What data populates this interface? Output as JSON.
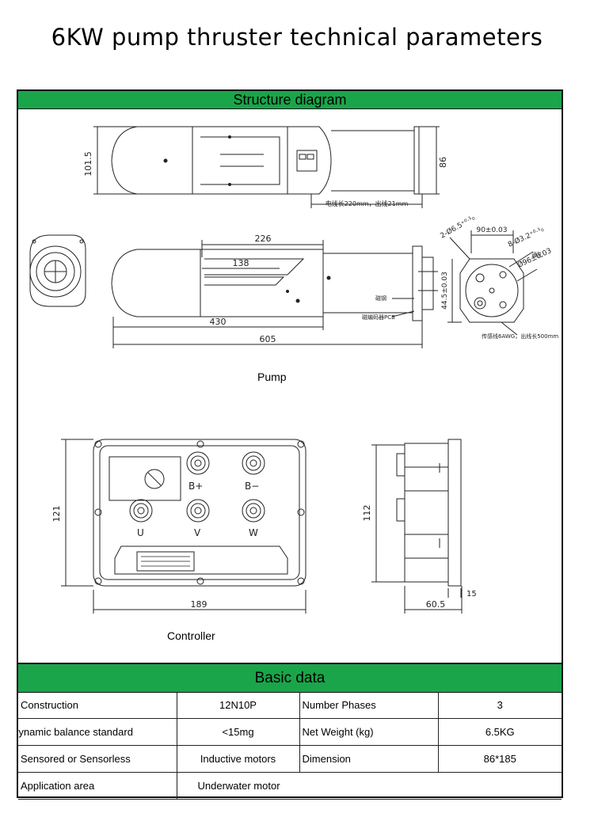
{
  "title": "6KW pump thruster technical parameters",
  "sections": {
    "structure": "Structure diagram",
    "basic": "Basic data"
  },
  "captions": {
    "pump": "Pump",
    "controller": "Controller"
  },
  "dimensions": {
    "d101_5": "101.5",
    "d86": "86",
    "cable_note_top": "电线长220mm，出线21mm",
    "d226": "226",
    "d138": "138",
    "d430": "430",
    "d605": "605",
    "flange_holes": "2-Ø6.5⁺⁰·¹₀",
    "d90": "90±0.03",
    "d8holes": "8-Ø3.2⁺⁰·¹₀",
    "d96": "Ø96±0.03",
    "d44_5": "44.5±0.03",
    "d_through": "通孔",
    "cable_note_side": "传感线6AWG，出线长500mm",
    "label_mag": "磁钢",
    "label_pcb": "磁编码器PCB",
    "d121": "121",
    "d189": "189",
    "d112": "112",
    "d60_5": "60.5",
    "d15": "15"
  },
  "terminals": {
    "bplus": "B+",
    "bminus": "B−",
    "u": "U",
    "v": "V",
    "w": "W"
  },
  "table": [
    [
      "Construction",
      "12N10P",
      "Number Phases",
      "3"
    ],
    [
      "Dynamic balance standard",
      "<15mg",
      "Net Weight (kg)",
      "6.5KG"
    ],
    [
      "Sensored or Sensorless",
      "Inductive motors",
      "Dimension",
      "86*185"
    ],
    [
      "Application area",
      "Underwater motor",
      "",
      ""
    ]
  ]
}
